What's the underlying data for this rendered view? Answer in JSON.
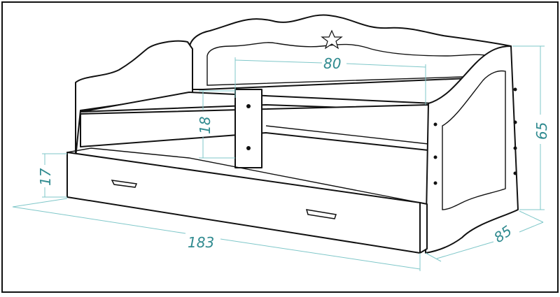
{
  "colors": {
    "dimension": "#2f8a8f",
    "dimension_line": "#7fc7c9",
    "outline": "#111111",
    "background": "#ffffff"
  },
  "icons": {
    "headboard_decoration": "star-icon"
  },
  "dimensions": {
    "length": "183",
    "depth": "85",
    "height": "65",
    "mattress_width": "80",
    "guard_height": "18",
    "drawer_height": "17"
  }
}
